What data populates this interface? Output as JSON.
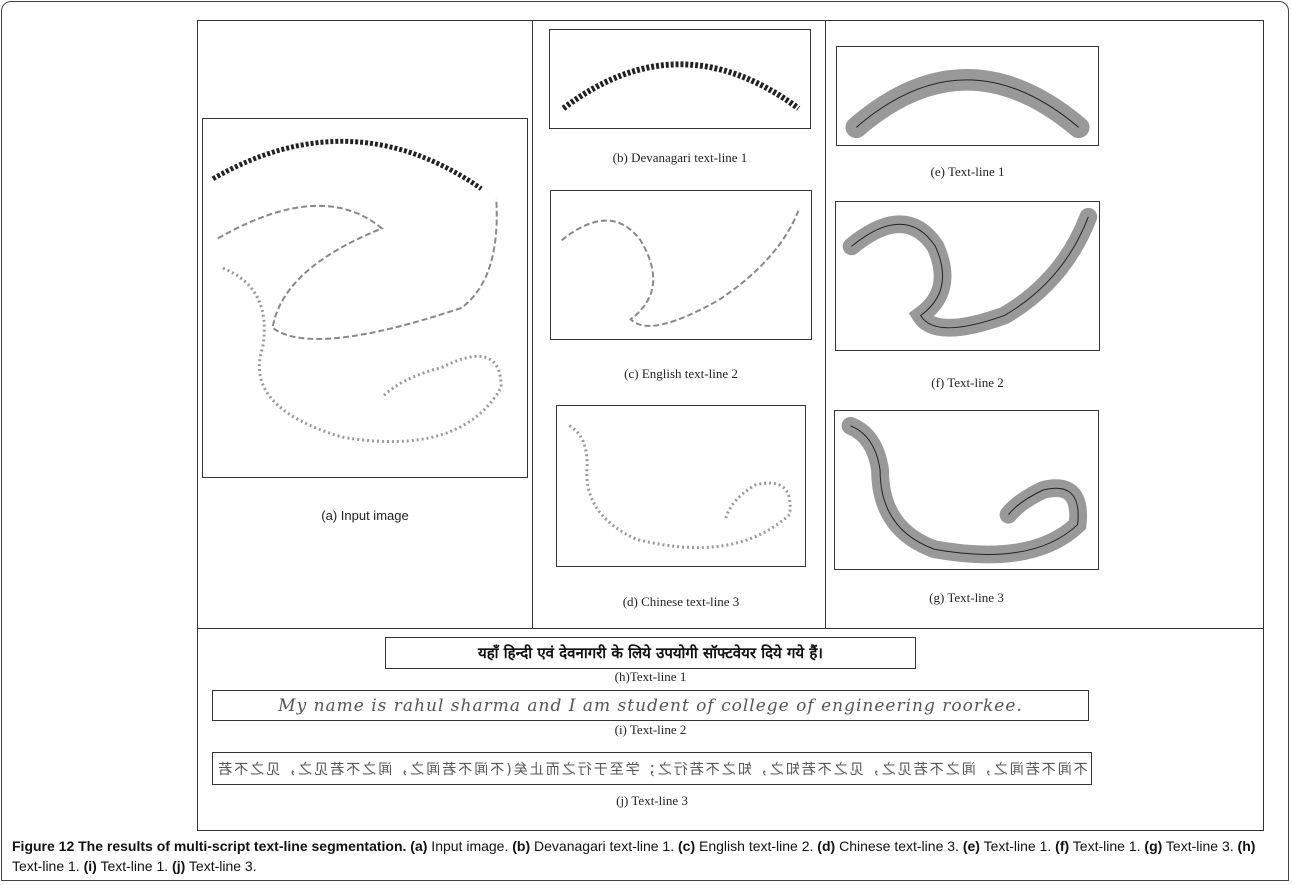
{
  "figure": {
    "captions": {
      "a": "(a) Input image",
      "b": "(b) Devanagari text-line 1",
      "c": "(c) English text-line 2",
      "d": "(d) Chinese text-line 3",
      "e": "(e) Text-line 1",
      "f": "(f) Text-line 2",
      "g": "(g) Text-line 3",
      "h": "(h)Text-line 1",
      "i": "(i) Text-line 2",
      "j": "(j) Text-line 3"
    },
    "strip_text": {
      "devanagari": "यहाँ हिन्दी एवं देवनागरी के लिये उपयोगी सॉफ्टवेयर दिये गये हैं।",
      "english": "My name is rahul sharma and I am student of college of engineering roorkee.",
      "chinese": "不闻不若闻之，闻之不若见之，见之不若知之，知之不若行之；学至于行之而止矣(不闻不若闻之，闻之不若见之，见之不若"
    },
    "caption": {
      "label": "Figure 12 The results of multi-script text-line segmentation.",
      "items": [
        {
          "key": "(a)",
          "text": " Input image. "
        },
        {
          "key": "(b)",
          "text": " Devanagari text-line 1. "
        },
        {
          "key": "(c)",
          "text": " English text-line 2. "
        },
        {
          "key": "(d)",
          "text": " Chinese text-line 3. "
        },
        {
          "key": "(e)",
          "text": " Text-line 1. "
        },
        {
          "key": "(f)",
          "text": " Text-line 1. "
        },
        {
          "key": "(g)",
          "text": " Text-line 3. "
        },
        {
          "key": "(h)",
          "text": " Text-line 1. "
        },
        {
          "key": "(i)",
          "text": " Text-line 1. "
        },
        {
          "key": "(j)",
          "text": " Text-line 3."
        }
      ]
    }
  }
}
